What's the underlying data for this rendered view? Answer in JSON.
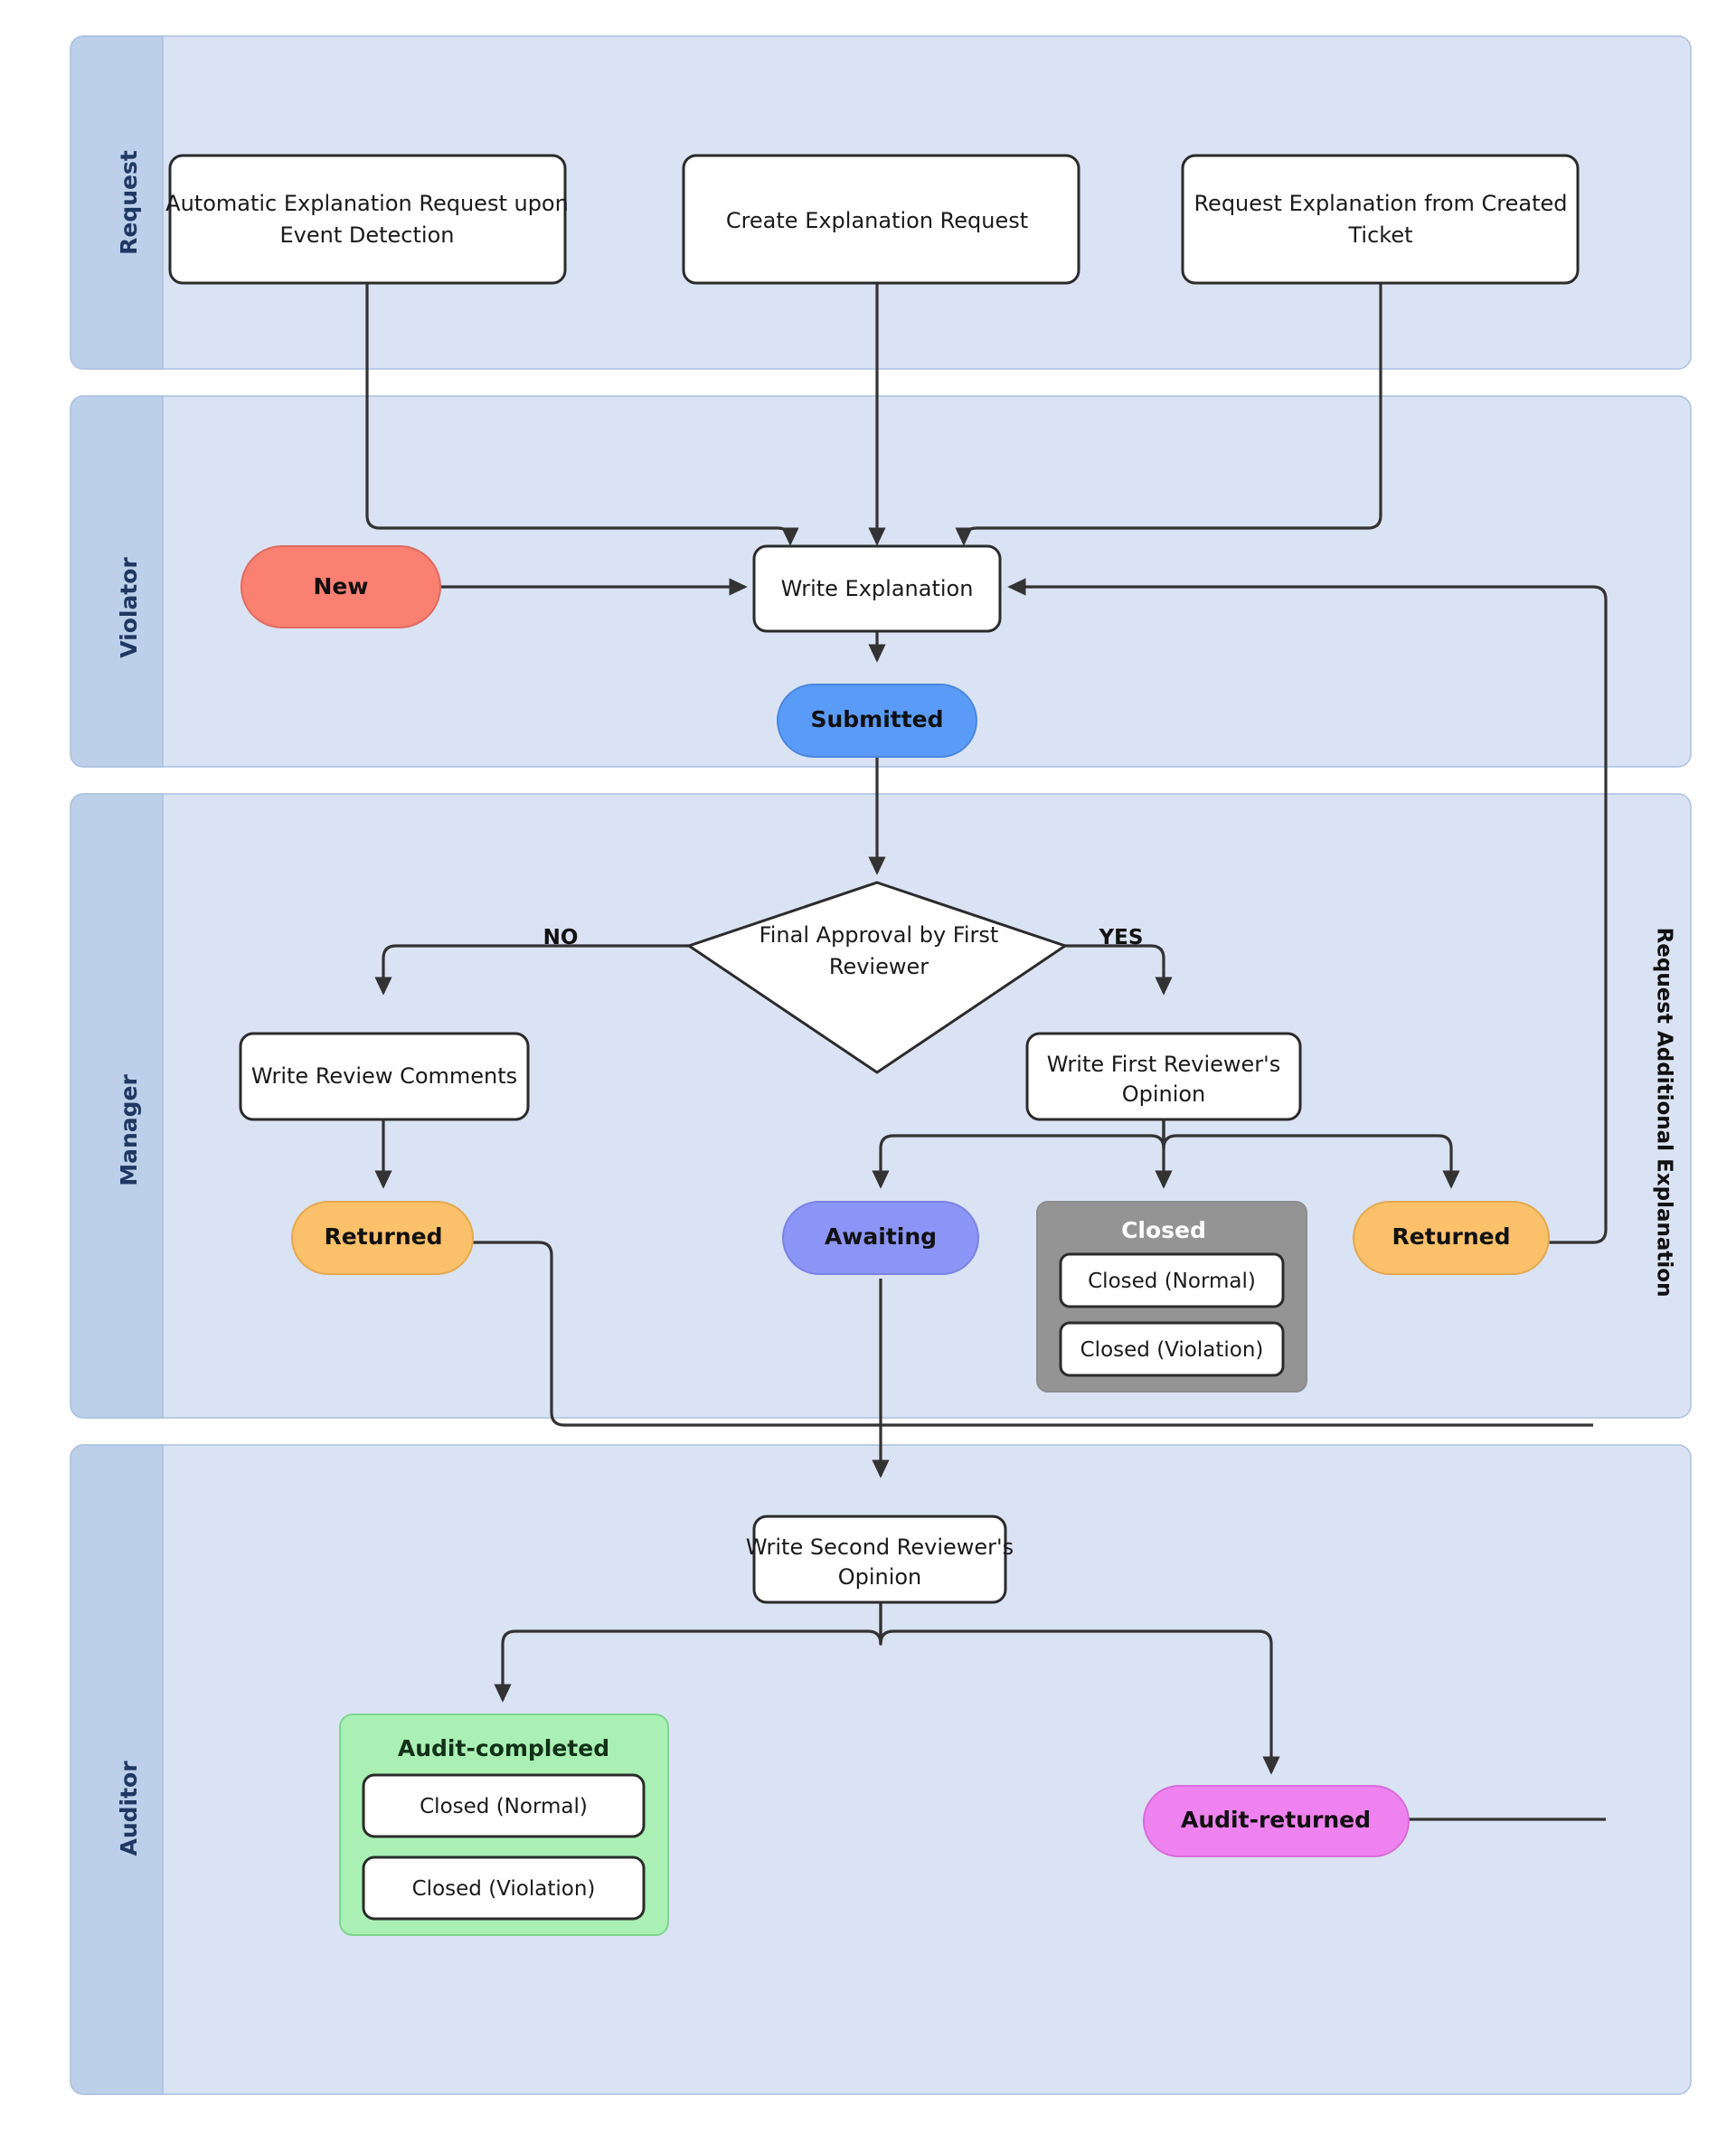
{
  "diagram": {
    "title": "Explanation Request Workflow Swimlane",
    "type": "swimlane-flowchart",
    "colors": {
      "lane_body": "#dae3f3",
      "lane_header": "#bdd0e9",
      "lane_label": "#1f3864",
      "edge": "#333333",
      "state_new": "#fa8072",
      "state_submitted": "#5b9bf8",
      "state_returned": "#fbc06a",
      "state_awaiting": "#8b95f6",
      "group_closed": "#949494",
      "group_audit_completed": "#aaf0b4",
      "state_audit_returned": "#ee82ee",
      "node_fill": "#ffffff",
      "node_stroke": "#2b2b2b"
    }
  },
  "lanes": [
    {
      "id": "request",
      "label": "Request"
    },
    {
      "id": "violator",
      "label": "Violator"
    },
    {
      "id": "manager",
      "label": "Manager"
    },
    {
      "id": "auditor",
      "label": "Auditor"
    }
  ],
  "nodes": {
    "auto_request": {
      "label": "Automatic Explanation Request upon Event Detection",
      "line1": "Automatic Explanation Request upon",
      "line2": "Event Detection",
      "shape": "process",
      "lane": "request"
    },
    "create_request": {
      "label": "Create Explanation Request",
      "line1": "Create Explanation Request",
      "line2": "",
      "shape": "process",
      "lane": "request"
    },
    "request_from_ticket": {
      "label": "Request Explanation from Created Ticket",
      "line1": "Request Explanation from Created",
      "line2": "Ticket",
      "shape": "process",
      "lane": "request"
    },
    "new": {
      "label": "New",
      "shape": "state",
      "lane": "violator"
    },
    "write_explanation": {
      "label": "Write Explanation",
      "line1": "Write Explanation",
      "line2": "",
      "shape": "process",
      "lane": "violator"
    },
    "submitted": {
      "label": "Submitted",
      "shape": "state",
      "lane": "violator"
    },
    "final_approval": {
      "label": "Final Approval by First Reviewer",
      "line1": "Final Approval by First",
      "line2": "Reviewer",
      "shape": "decision",
      "lane": "manager"
    },
    "write_review_comments": {
      "label": "Write Review Comments",
      "line1": "Write Review Comments",
      "line2": "",
      "shape": "process",
      "lane": "manager"
    },
    "write_first_opinion": {
      "label": "Write First Reviewer's Opinion",
      "line1": "Write First Reviewer's",
      "line2": "Opinion",
      "shape": "process",
      "lane": "manager"
    },
    "returned_left": {
      "label": "Returned",
      "shape": "state",
      "lane": "manager"
    },
    "awaiting": {
      "label": "Awaiting",
      "shape": "state",
      "lane": "manager"
    },
    "closed_group": {
      "label": "Closed",
      "shape": "group",
      "lane": "manager",
      "children": [
        "Closed (Normal)",
        "Closed (Violation)"
      ]
    },
    "returned_right": {
      "label": "Returned",
      "shape": "state",
      "lane": "manager"
    },
    "write_second_opinion": {
      "label": "Write Second Reviewer's Opinion",
      "line1": "Write Second Reviewer's",
      "line2": "Opinion",
      "shape": "process",
      "lane": "auditor"
    },
    "audit_completed_group": {
      "label": "Audit-completed",
      "shape": "group",
      "lane": "auditor",
      "children": [
        "Closed (Normal)",
        "Closed (Violation)"
      ]
    },
    "audit_returned": {
      "label": "Audit-returned",
      "shape": "state",
      "lane": "auditor"
    }
  },
  "edge_labels": {
    "no": "NO",
    "yes": "YES",
    "request_additional_explanation": "Request Additional Explanation"
  }
}
